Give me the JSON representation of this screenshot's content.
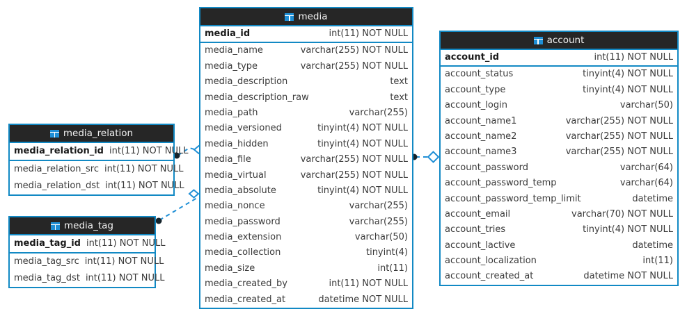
{
  "diagram": {
    "kind": "database-er-diagram",
    "colors": {
      "border": "#1289c4",
      "header_bg": "#262626",
      "header_text": "#f2f2f2",
      "row_text": "#3a3a3a",
      "pk_text": "#1a1a1a",
      "edge": "#1f8fd6",
      "background": "#ffffff"
    },
    "icon": "table-icon"
  },
  "entities": [
    {
      "id": "media",
      "name": "media",
      "pk": {
        "name": "media_id",
        "type": "int(11) NOT NULL"
      },
      "columns": [
        {
          "name": "media_name",
          "type": "varchar(255) NOT NULL"
        },
        {
          "name": "media_type",
          "type": "varchar(255) NOT NULL"
        },
        {
          "name": "media_description",
          "type": "text"
        },
        {
          "name": "media_description_raw",
          "type": "text"
        },
        {
          "name": "media_path",
          "type": "varchar(255)"
        },
        {
          "name": "media_versioned",
          "type": "tinyint(4) NOT NULL"
        },
        {
          "name": "media_hidden",
          "type": "tinyint(4) NOT NULL"
        },
        {
          "name": "media_file",
          "type": "varchar(255) NOT NULL"
        },
        {
          "name": "media_virtual",
          "type": "varchar(255) NOT NULL"
        },
        {
          "name": "media_absolute",
          "type": "tinyint(4) NOT NULL"
        },
        {
          "name": "media_nonce",
          "type": "varchar(255)"
        },
        {
          "name": "media_password",
          "type": "varchar(255)"
        },
        {
          "name": "media_extension",
          "type": "varchar(50)"
        },
        {
          "name": "media_collection",
          "type": "tinyint(4)"
        },
        {
          "name": "media_size",
          "type": "int(11)"
        },
        {
          "name": "media_created_by",
          "type": "int(11) NOT NULL"
        },
        {
          "name": "media_created_at",
          "type": "datetime NOT NULL"
        }
      ]
    },
    {
      "id": "account",
      "name": "account",
      "pk": {
        "name": "account_id",
        "type": "int(11) NOT NULL"
      },
      "columns": [
        {
          "name": "account_status",
          "type": "tinyint(4) NOT NULL"
        },
        {
          "name": "account_type",
          "type": "tinyint(4) NOT NULL"
        },
        {
          "name": "account_login",
          "type": "varchar(50)"
        },
        {
          "name": "account_name1",
          "type": "varchar(255) NOT NULL"
        },
        {
          "name": "account_name2",
          "type": "varchar(255) NOT NULL"
        },
        {
          "name": "account_name3",
          "type": "varchar(255) NOT NULL"
        },
        {
          "name": "account_password",
          "type": "varchar(64)"
        },
        {
          "name": "account_password_temp",
          "type": "varchar(64)"
        },
        {
          "name": "account_password_temp_limit",
          "type": "datetime"
        },
        {
          "name": "account_email",
          "type": "varchar(70) NOT NULL"
        },
        {
          "name": "account_tries",
          "type": "tinyint(4) NOT NULL"
        },
        {
          "name": "account_lactive",
          "type": "datetime"
        },
        {
          "name": "account_localization",
          "type": "int(11)"
        },
        {
          "name": "account_created_at",
          "type": "datetime NOT NULL"
        }
      ]
    },
    {
      "id": "media_relation",
      "name": "media_relation",
      "pk": {
        "name": "media_relation_id",
        "type": "int(11) NOT NULL"
      },
      "columns": [
        {
          "name": "media_relation_src",
          "type": "int(11) NOT NULL"
        },
        {
          "name": "media_relation_dst",
          "type": "int(11) NOT NULL"
        }
      ]
    },
    {
      "id": "media_tag",
      "name": "media_tag",
      "pk": {
        "name": "media_tag_id",
        "type": "int(11) NOT NULL"
      },
      "columns": [
        {
          "name": "media_tag_src",
          "type": "int(11) NOT NULL"
        },
        {
          "name": "media_tag_dst",
          "type": "int(11) NOT NULL"
        }
      ]
    }
  ],
  "relationships": [
    {
      "id": "rel-media-account",
      "from": "media",
      "to": "account",
      "from_column": "media_file",
      "to_column": "account_name3",
      "style": "dashed"
    },
    {
      "id": "rel-mediarelation-media",
      "from": "media_relation",
      "to": "media",
      "from_column": "media_relation_id",
      "to_column": "media_hidden",
      "style": "dashed"
    },
    {
      "id": "rel-mediatag-media",
      "from": "media_tag",
      "to": "media",
      "from_column": "media_tag_id",
      "to_column": "media_absolute",
      "style": "dashed"
    }
  ]
}
